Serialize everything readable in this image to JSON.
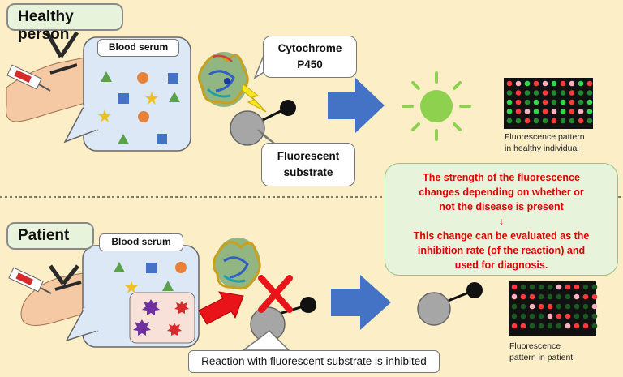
{
  "healthy": {
    "section_label": "Healthy  person",
    "serum_label": "Blood serum",
    "enzyme_label_line1": "Cytochrome",
    "enzyme_label_line2": "P450",
    "substrate_label_line1": "Fluorescent",
    "substrate_label_line2": "substrate",
    "pattern_caption_line1": "Fluorescence pattern",
    "pattern_caption_line2": "in healthy individual"
  },
  "patient": {
    "section_label": "Patient",
    "serum_label": "Blood serum",
    "inhibited_label": "Reaction with fluorescent substrate is inhibited",
    "pattern_caption_line1": "Fluorescence",
    "pattern_caption_line2": "pattern  in patient"
  },
  "info_box": {
    "line1": "The strength of the fluorescence",
    "line2": "changes depending on whether or",
    "line3": "not the disease is present",
    "arrow": "↓",
    "line4": "This change can be evaluated as the",
    "line5": "inhibition rate (of the reaction) and",
    "line6": "used for diagnosis."
  },
  "colors": {
    "background": "#fcefc7",
    "serum_fill": "#dce8f6",
    "arrow_blue": "#4472c4",
    "glow_green": "#8ed14f",
    "inhibit_red": "#e8141a",
    "info_text": "#e00000"
  }
}
